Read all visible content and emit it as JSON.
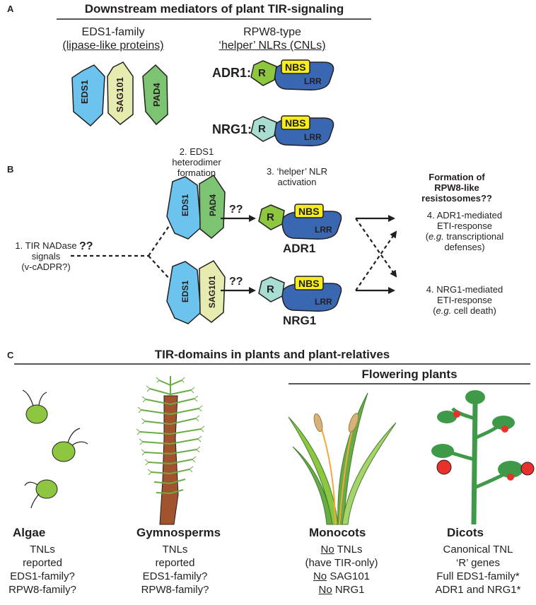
{
  "panels": {
    "a": "A",
    "b": "B",
    "c": "C"
  },
  "panel_a": {
    "title": "Downstream mediators of plant TIR-signaling",
    "eds1_family_heading_1": "EDS1-family",
    "eds1_family_heading_2": "(lipase-like proteins)",
    "rpw8_heading_1": "RPW8-type",
    "rpw8_heading_2": "‘helper’ NLRs (CNLs)",
    "proteins": {
      "eds1": "EDS1",
      "sag101": "SAG101",
      "pad4": "PAD4"
    },
    "adr1_label": "ADR1:",
    "nrg1_label": "NRG1:",
    "domains": {
      "r": "R",
      "nbs": "NBS",
      "lrr": "LRR"
    }
  },
  "panel_b": {
    "step1_line1": "1. TIR NADase",
    "step1_line2": "signals",
    "step1_line3": "(v-cADPR?)",
    "unknown": "??",
    "step2_line1": "2. EDS1",
    "step2_line2": "heterodimer",
    "step2_line3": "formation",
    "step3_line1": "3. ‘helper’ NLR",
    "step3_line2": "activation",
    "resistosome_line1": "Formation of",
    "resistosome_line2": "RPW8-like",
    "resistosome_line3": "resistosomes??",
    "adr1_name": "ADR1",
    "nrg1_name": "NRG1",
    "step4a_line1": "4. ADR1-mediated",
    "step4a_line2": "ETI-response",
    "step4a_line3_ital": "e.g.",
    "step4a_line3_rest": " transcriptional",
    "step4a_line4": "defenses)",
    "step4b_line1": "4. NRG1-mediated",
    "step4b_line2": "ETI-response",
    "step4b_line3_ital": "e.g.",
    "step4b_line3_rest": " cell death)"
  },
  "panel_c": {
    "title": "TIR-domains in plants and plant-relatives",
    "flowering_plants": "Flowering plants",
    "taxa": {
      "algae": {
        "name": "Algae",
        "l1": "TNLs",
        "l2": "reported",
        "l3": "EDS1-family?",
        "l4": "RPW8-family?"
      },
      "gymnosperms": {
        "name": "Gymnosperms",
        "l1": "TNLs",
        "l2": "reported",
        "l3": "EDS1-family?",
        "l4": "RPW8-family?"
      },
      "monocots": {
        "name": "Monocots",
        "l1_u": "No",
        "l1_rest": " TNLs",
        "l2": "(have TIR-only)",
        "l3_u": "No",
        "l3_rest": " SAG101",
        "l4_u": "No",
        "l4_rest": " NRG1"
      },
      "dicots": {
        "name": "Dicots",
        "l1": "Canonical TNL",
        "l2": "‘R’ genes",
        "l3": "Full EDS1-family*",
        "l4": "ADR1 and NRG1*"
      }
    }
  },
  "colors": {
    "eds1": "#6cc3ee",
    "sag101": "#e6ecaf",
    "pad4": "#7dc472",
    "r_adr1": "#8dc63f",
    "r_nrg1": "#a8ddd2",
    "nbs": "#f5ed1c",
    "lrr": "#3a67b1",
    "algae": "#8dc63f",
    "trunk": "#a1532e",
    "foliage": "#6aab45",
    "tomato": "#e8312c",
    "stem": "#3e9a48"
  }
}
